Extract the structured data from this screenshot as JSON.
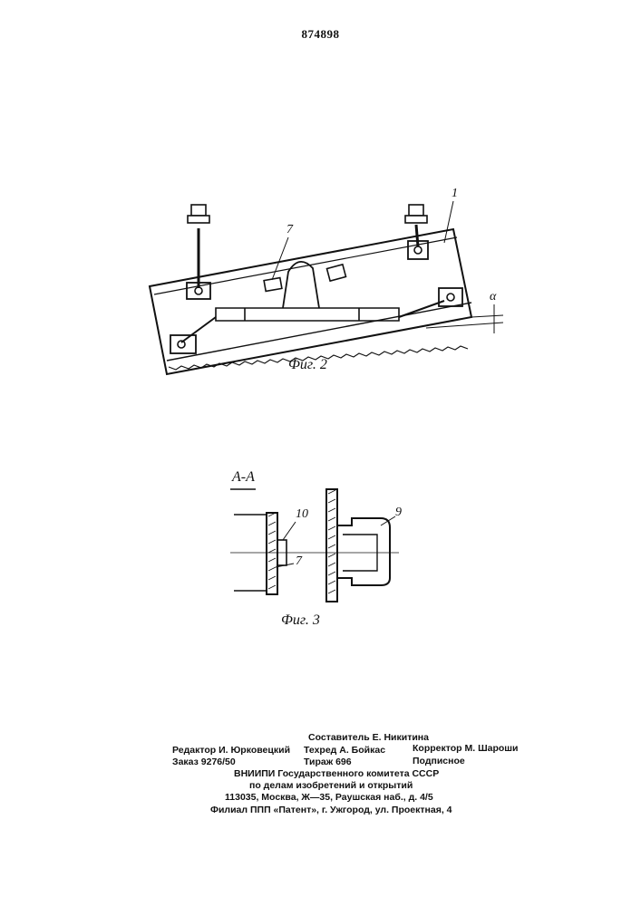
{
  "patent_number": "874898",
  "figure2": {
    "caption": "Фиг. 2",
    "callout_1": "1",
    "callout_7": "7",
    "angle_label": "α"
  },
  "figure3": {
    "section_label": "А-А",
    "caption": "Фиг. 3",
    "callout_10": "10",
    "callout_7": "7",
    "callout_9": "9"
  },
  "imprint": {
    "compiler": "Составитель Е. Никитина",
    "editor": "Редактор И. Юрковецкий",
    "techred": "Техред А. Бойкас",
    "corrector": "Корректор М. Шароши",
    "order": "Заказ 9276/50",
    "circulation": "Тираж 696",
    "subscription": "Подписное",
    "org_line1": "ВНИИПИ  Государственного  комитета  СССР",
    "org_line2": "по  делам  изобретений  и  открытий",
    "address": "113035,  Москва,  Ж—35,  Раушская  наб.,  д. 4/5",
    "branch": "Филиал  ППП  «Патент»,  г.  Ужгород,  ул.  Проектная,  4"
  }
}
